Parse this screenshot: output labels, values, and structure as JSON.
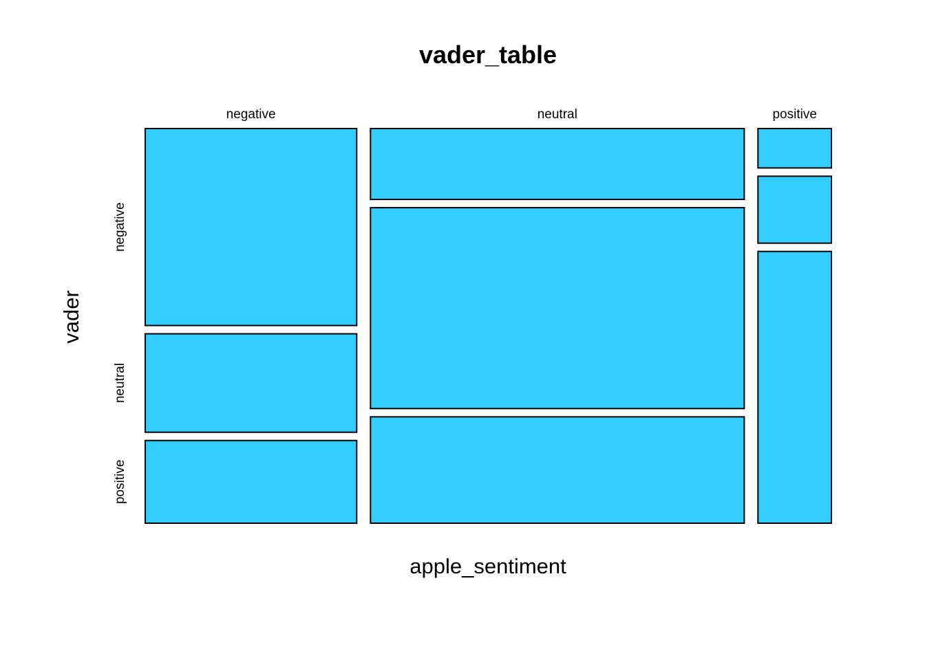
{
  "chart_data": {
    "type": "mosaic",
    "title": "vader_table",
    "xlabel": "apple_sentiment",
    "ylabel": "vader",
    "x_categories": [
      "negative",
      "neutral",
      "positive"
    ],
    "y_categories": [
      "negative",
      "neutral",
      "positive"
    ],
    "x_proportions": [
      0.314,
      0.555,
      0.109
    ],
    "conditional_proportions": {
      "negative": [
        0.5,
        0.25,
        0.21
      ],
      "neutral": [
        0.18,
        0.51,
        0.27
      ],
      "positive": [
        0.1,
        0.17,
        0.69
      ]
    },
    "fill_color": "#33CCFF",
    "stroke_color": "#000000"
  }
}
